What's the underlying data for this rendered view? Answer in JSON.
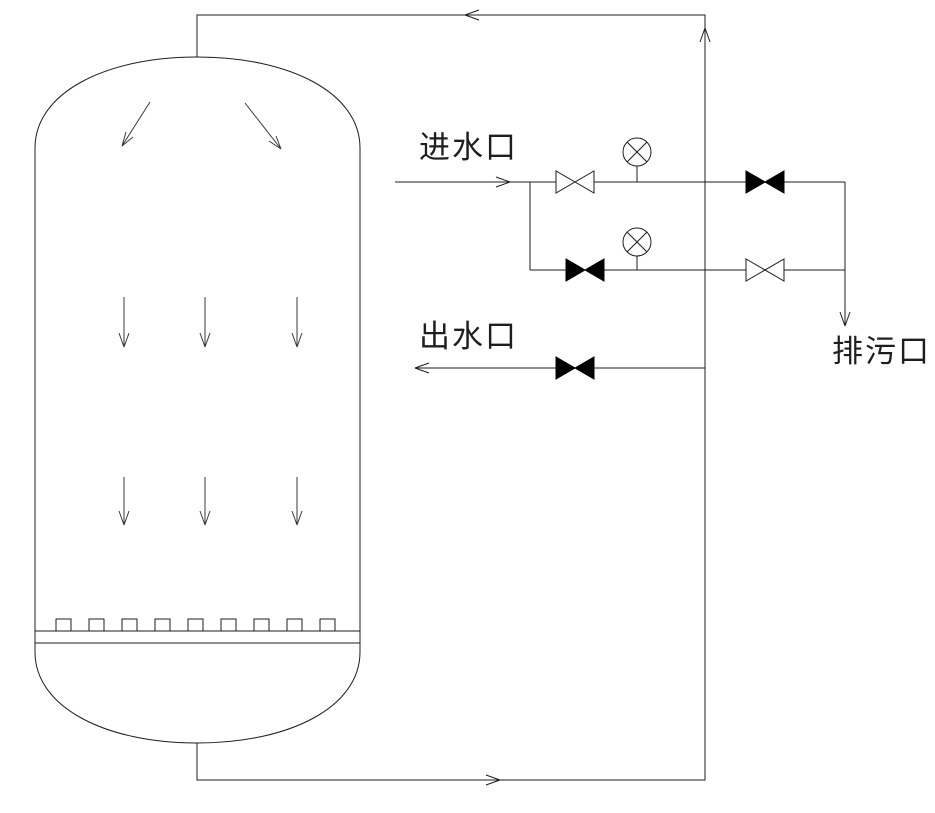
{
  "diagram": {
    "kind": "piping-schematic",
    "labels": {
      "inlet": "进水口",
      "outlet": "出水口",
      "drain": "排污口"
    },
    "colors": {
      "line": "#1e1e1e",
      "background": "#ffffff",
      "valve_closed_fill": "#000000",
      "valve_open_fill": "#ffffff"
    },
    "components": {
      "vessel": {
        "name": "filter-vessel",
        "internal_down_arrows": 8,
        "bottom_nozzle_count": 9
      },
      "valves": [
        {
          "name": "inlet-branch-valve",
          "symbol": "gate-valve-bowtie",
          "state": "open"
        },
        {
          "name": "inlet-branch-drain-valve",
          "symbol": "gate-valve-bowtie",
          "state": "closed"
        },
        {
          "name": "lower-branch-valve",
          "symbol": "gate-valve-bowtie",
          "state": "closed"
        },
        {
          "name": "lower-branch-drain-valve",
          "symbol": "gate-valve-bowtie",
          "state": "open"
        },
        {
          "name": "outlet-valve",
          "symbol": "gate-valve-bowtie",
          "state": "closed"
        }
      ],
      "gauges": [
        {
          "name": "pressure-gauge-upper",
          "symbol": "crossed-circle"
        },
        {
          "name": "pressure-gauge-lower",
          "symbol": "crossed-circle"
        }
      ],
      "flow_arrows": [
        "top-return-line-arrow-left",
        "riser-arrow-up",
        "bottom-line-arrow-right",
        "inlet-arrow-right",
        "outlet-arrow-left",
        "drain-arrow-down"
      ]
    }
  }
}
